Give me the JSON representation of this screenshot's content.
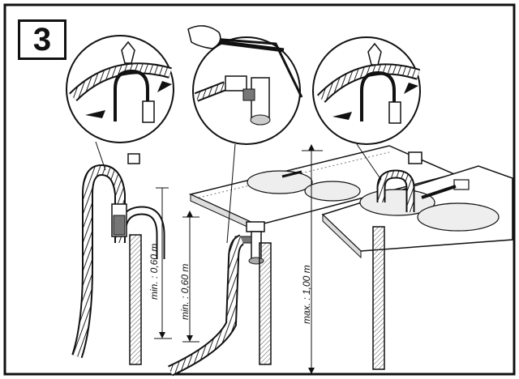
{
  "step": {
    "number": "3"
  },
  "dimensions": {
    "a": "min. : 0,60 m",
    "b": "min. : 0,60 m",
    "c": "max. : 1,00 m"
  },
  "colors": {
    "ink": "#111111",
    "paper": "#ffffff",
    "shade": "#7a7a7a"
  }
}
